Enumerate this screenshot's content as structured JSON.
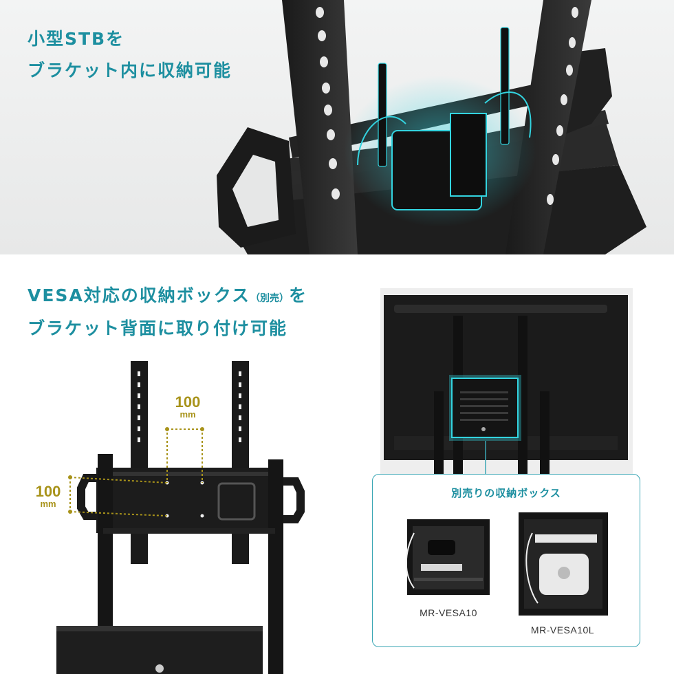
{
  "top_section": {
    "headline_line1": "小型STBを",
    "headline_line2": "ブラケット内に収納可能"
  },
  "bottom_section": {
    "headline_line1_main": "VESA対応の収納ボックス",
    "headline_line1_note": "（別売）",
    "headline_line1_end": "を",
    "headline_line2": "ブラケット背面に取り付け可能",
    "dimension_horizontal": {
      "value": "100",
      "unit": "mm"
    },
    "dimension_vertical": {
      "value": "100",
      "unit": "mm"
    }
  },
  "callout": {
    "title": "別売りの収納ボックス",
    "products": [
      {
        "label": "MR-VESA10"
      },
      {
        "label": "MR-VESA10L"
      }
    ]
  },
  "colors": {
    "accent_teal": "#1d8fa0",
    "dimension_gold": "#a8931a",
    "highlight_cyan": "#33d4e0"
  }
}
